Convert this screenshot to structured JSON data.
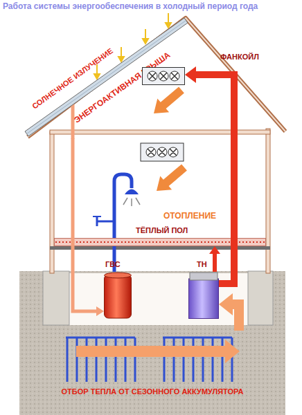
{
  "diagram": {
    "title": "Работа системы энергообеспечения в холодный период года",
    "nodes": [
      {
        "text": [
          "ЭНЕРГОАКТИВНАЯ КРЫША"
        ]
      },
      {
        "text": [
          "ФАНКОЙЛ"
        ]
      },
      {
        "text": [
          "ТЁПЛЫЙ ПОЛ"
        ]
      },
      {
        "text": [
          "ГВС"
        ]
      },
      {
        "text": [
          "ТН"
        ]
      },
      {
        "text": [
          "ОТБОР ТЕПЛА ОТ СЕЗОННОГО АККУМУЛЯТОРА"
        ]
      }
    ],
    "edges": [
      {
        "from": 0,
        "to": 3,
        "arrow": "to"
      },
      {
        "from": 4,
        "to": 1,
        "arrow": "to"
      },
      {
        "from": 4,
        "to": 2,
        "arrow": "to"
      },
      {
        "from": 5,
        "to": 4,
        "arrow": "to"
      }
    ],
    "labels": [
      "СОЛНЕЧНОЕ ИЗЛУЧЕНИЕ",
      "ОТОПЛЕНИЕ"
    ]
  }
}
